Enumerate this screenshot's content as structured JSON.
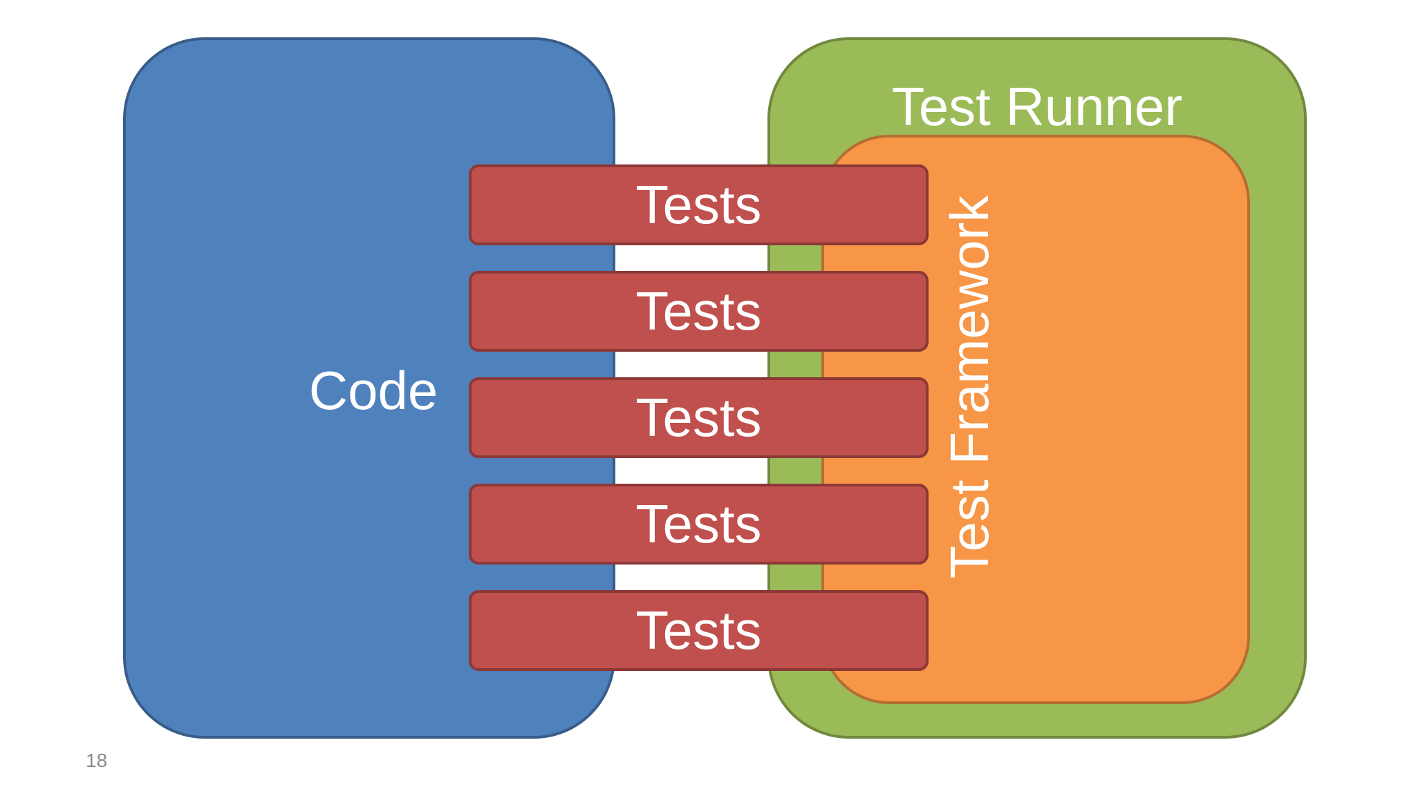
{
  "diagram": {
    "code_label": "Code",
    "runner_label": "Test Runner",
    "framework_label": "Test Framework",
    "tests": [
      "Tests",
      "Tests",
      "Tests",
      "Tests",
      "Tests"
    ],
    "colors": {
      "code": "#4f81bd",
      "runner": "#9bbb59",
      "framework": "#f79646",
      "tests": "#c0504d"
    }
  },
  "slide": {
    "page_number": "18"
  }
}
